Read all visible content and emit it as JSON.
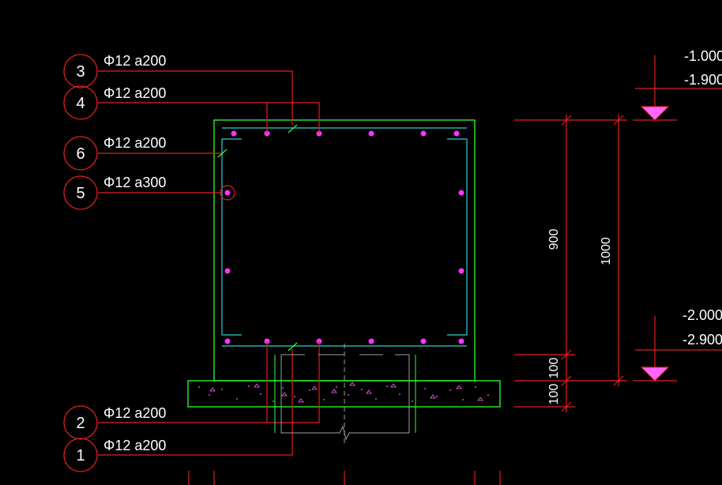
{
  "callouts": [
    {
      "num": "3",
      "label": "Φ12 a200"
    },
    {
      "num": "4",
      "label": "Φ12 a200"
    },
    {
      "num": "6",
      "label": "Φ12 a200"
    },
    {
      "num": "5",
      "label": "Φ12 a300"
    },
    {
      "num": "2",
      "label": "Φ12 a200"
    },
    {
      "num": "1",
      "label": "Φ12 a200"
    }
  ],
  "dimensions": {
    "wall_height": "900",
    "total_height": "1000",
    "slab": "100",
    "cushion": "100"
  },
  "elevations": {
    "top_a": "-1.000",
    "top_b": "-1.900",
    "bottom_a": "-2.000",
    "bottom_b": "-2.900"
  },
  "colors": {
    "background": "#000000",
    "outline": "#33ff33",
    "rebar_line": "#33cccc",
    "rebar_dot": "#ff33ff",
    "leader": "#e02020",
    "text": "#ffffff"
  }
}
